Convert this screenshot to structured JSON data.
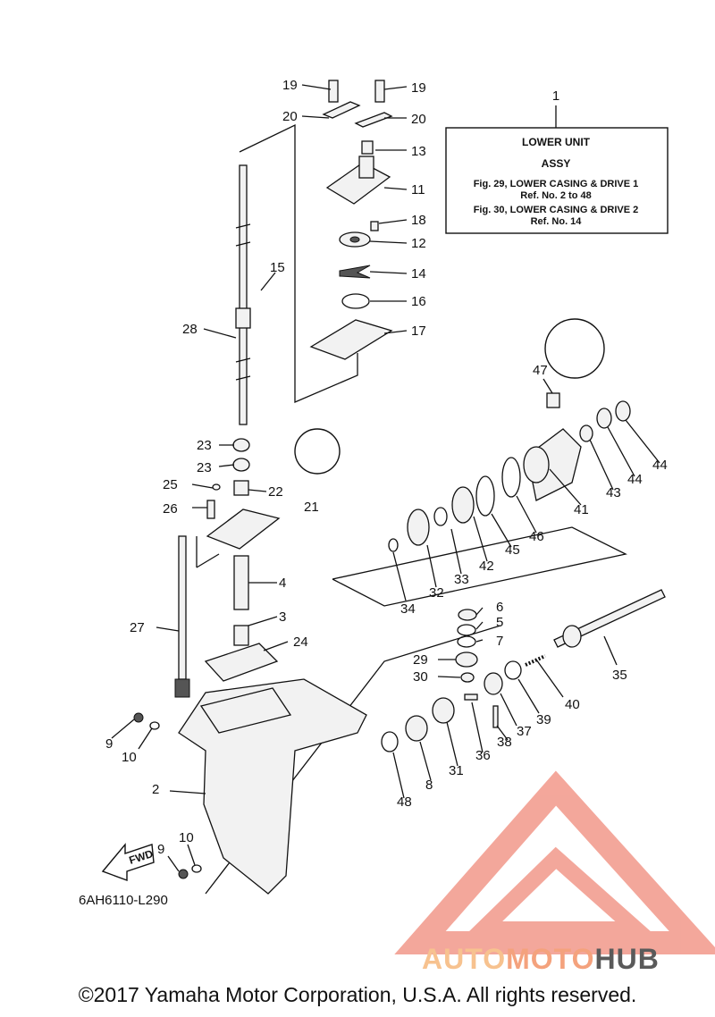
{
  "callouts": {
    "c1": "1",
    "c2": "2",
    "c3": "3",
    "c4": "4",
    "c5": "5",
    "c6": "6",
    "c7": "7",
    "c8": "8",
    "c9a": "9",
    "c9b": "9",
    "c10a": "10",
    "c10b": "10",
    "c11": "11",
    "c12": "12",
    "c13": "13",
    "c14": "14",
    "c15": "15",
    "c16": "16",
    "c17": "17",
    "c18": "18",
    "c19a": "19",
    "c19b": "19",
    "c20a": "20",
    "c20b": "20",
    "c21": "21",
    "c22": "22",
    "c23a": "23",
    "c23b": "23",
    "c24": "24",
    "c25": "25",
    "c26": "26",
    "c27": "27",
    "c28": "28",
    "c29": "29",
    "c30": "30",
    "c31": "31",
    "c32": "32",
    "c33": "33",
    "c34": "34",
    "c35": "35",
    "c36": "36",
    "c37": "37",
    "c38": "38",
    "c39": "39",
    "c40": "40",
    "c41": "41",
    "c42": "42",
    "c43": "43",
    "c44a": "44",
    "c44b": "44",
    "c45": "45",
    "c46": "46",
    "c47": "47",
    "c48": "48"
  },
  "assy_box": {
    "line1": "LOWER UNIT",
    "line2": "ASSY",
    "line3": "Fig. 29, LOWER CASING & DRIVE 1",
    "line4": "Ref. No. 2 to 48",
    "line5": "Fig. 30, LOWER CASING & DRIVE 2",
    "line6": "Ref. No. 14"
  },
  "fwd_label": "FWD",
  "diagram_code": "6AH6110-L290",
  "copyright": "©2017 Yamaha Motor Corporation, U.S.A. All rights reserved.",
  "watermark": {
    "part1": "AUTO",
    "part2": "MOTO",
    "part3": "HUB"
  },
  "colors": {
    "watermark_red": "#f08a7a",
    "watermark_orange": "#f7c28f",
    "watermark_gray": "#5a5a5a"
  }
}
